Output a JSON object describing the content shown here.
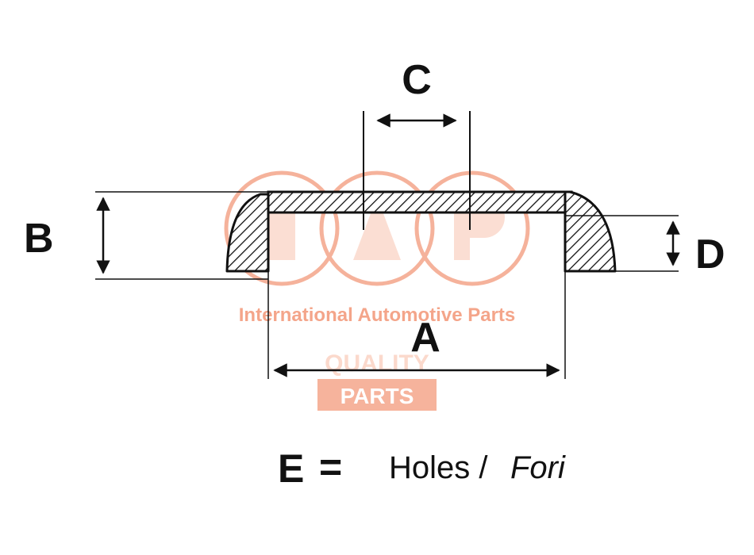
{
  "colors": {
    "line": "#111111",
    "watermark": "#f4a58a",
    "watermark_fill": "#fbd9cc"
  },
  "dimensions": {
    "a": "A",
    "b": "B",
    "c": "C",
    "d": "D"
  },
  "watermark": {
    "company": "International Automotive Parts",
    "quality": "QUALITY",
    "parts": "PARTS"
  },
  "legend": {
    "key": "E",
    "equals": "=",
    "holes": "Holes /",
    "fori": "Fori"
  }
}
